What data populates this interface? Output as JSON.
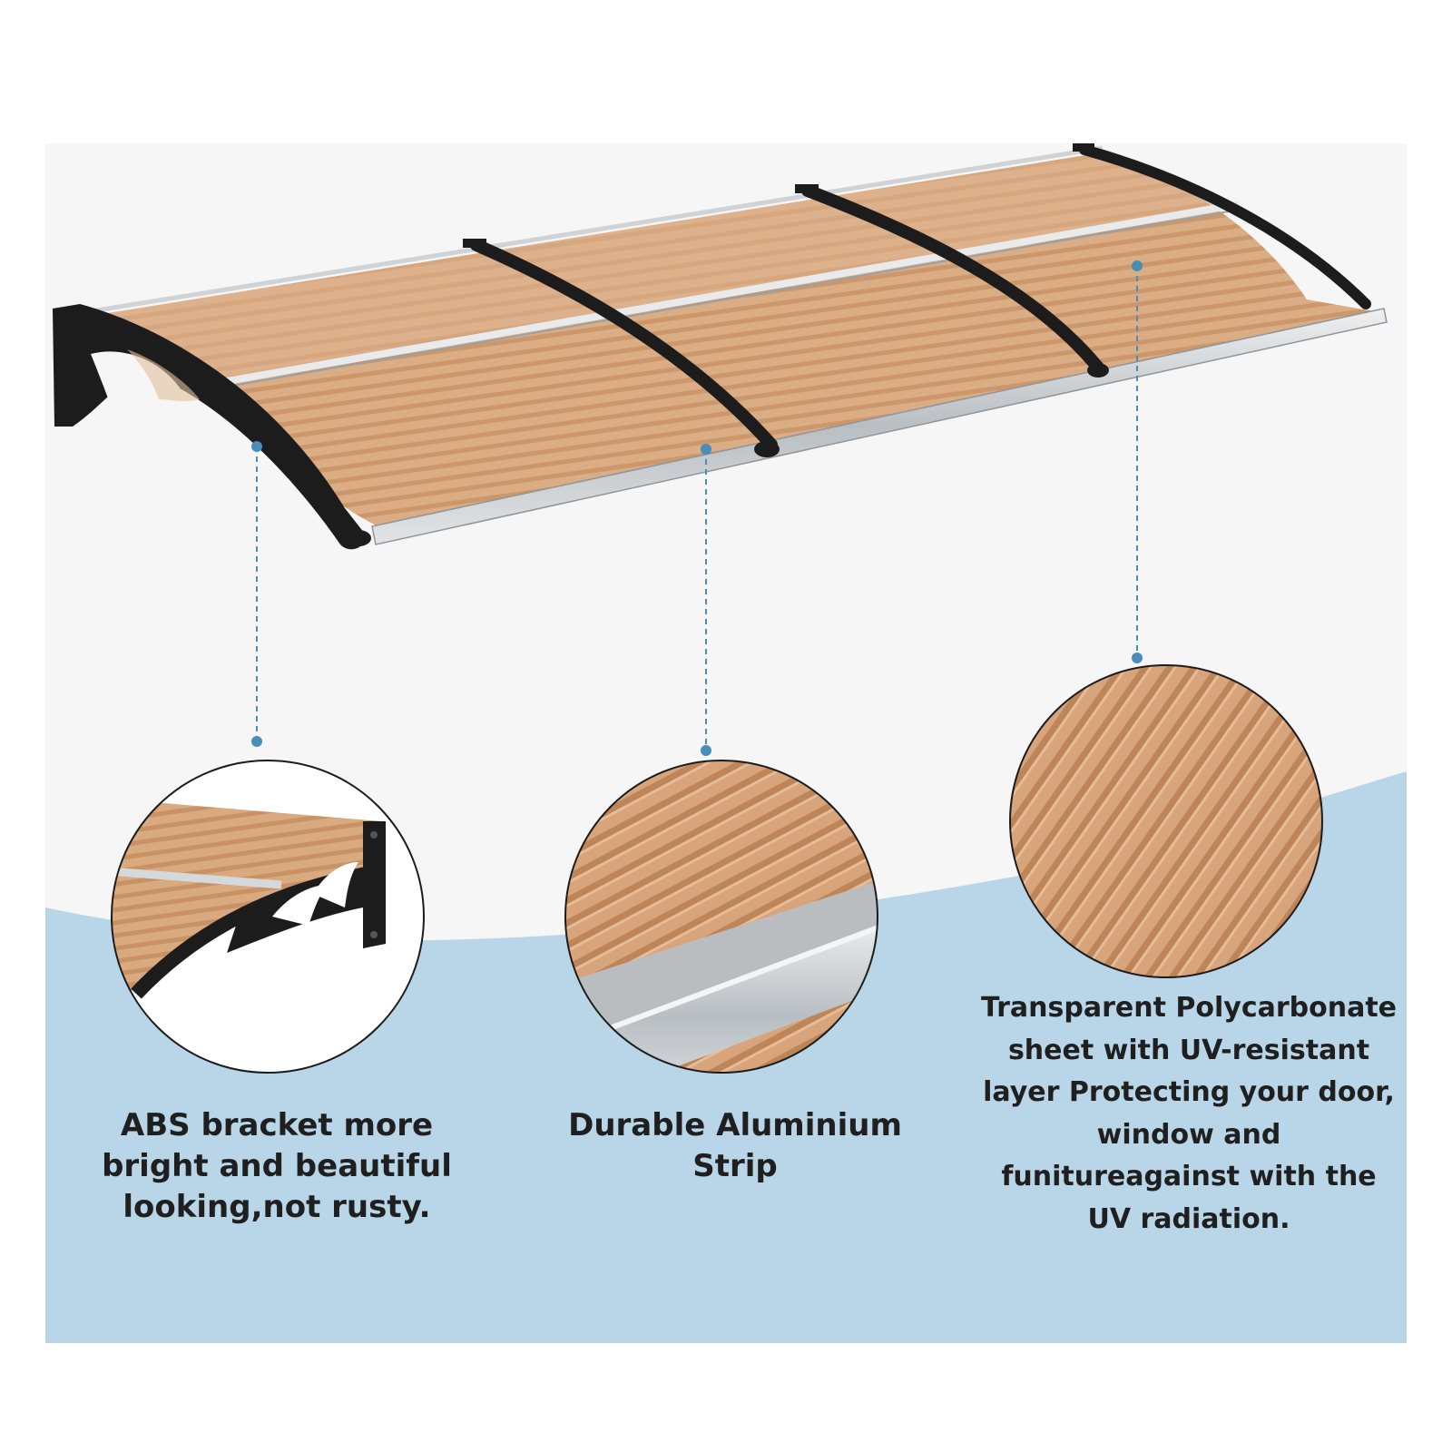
{
  "colors": {
    "panel_top": "#f6f6f6",
    "panel_wave": "#b8d6e8",
    "sheet": "#d9a97f",
    "sheet_rib": "#c48d62",
    "bracket": "#1c1c1c",
    "aluminium": "#cfd3d6",
    "callout": "#4a8db8"
  },
  "icons": [
    "awning-product",
    "abs-bracket-detail",
    "aluminium-strip-detail",
    "polycarbonate-sheet-detail"
  ],
  "captions": {
    "bracket": "ABS bracket more bright and beautiful looking,not rusty.",
    "aluminium": "Durable Aluminium Strip",
    "polycarbonate": "Transparent Polycarbonate sheet with UV-resistant layer Protecting your door, window and funitureagainst with the UV radiation."
  }
}
